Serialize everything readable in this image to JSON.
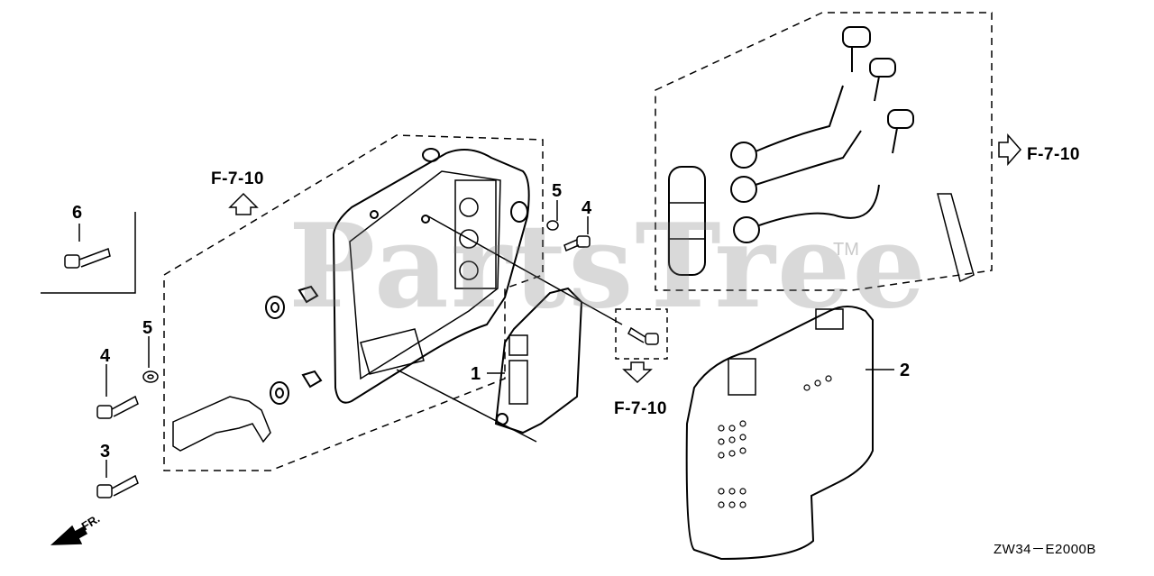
{
  "diagram": {
    "watermark": "PartsTree",
    "watermark_tm": "TM",
    "drawing_code": "ZW34－E2000B",
    "front_label": "FR.",
    "refs": {
      "top_center": "F-7-10",
      "top_right": "F-7-10",
      "bottom_center": "F-7-10"
    },
    "callouts": {
      "c1": "1",
      "c2": "2",
      "c3": "3",
      "c4a": "4",
      "c4b": "4",
      "c5a": "5",
      "c5b": "5",
      "c6": "6"
    },
    "colors": {
      "line": "#000000",
      "watermark": "#787878"
    }
  }
}
